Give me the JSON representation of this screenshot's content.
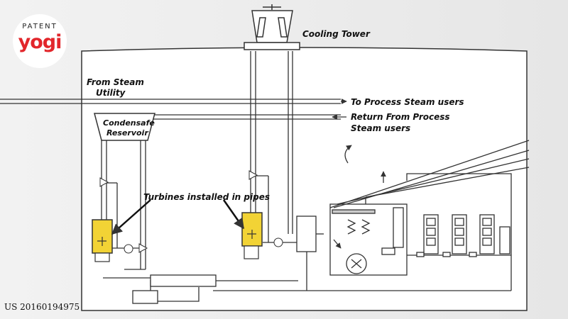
{
  "logo": {
    "top": "PATENT",
    "bottom": "yogi"
  },
  "patent_number": "US 20160194975",
  "labels": {
    "cooling_tower": "Cooling Tower",
    "from_steam_utility_line1": "From Steam",
    "from_steam_utility_line2": "Utility",
    "to_process_steam_users": "To Process Steam users",
    "return_line1": "Return From Process",
    "return_line2": "Steam users",
    "condensate_line1": "Condensafe",
    "condensate_line2": "Reservoir",
    "turbines_callout": "Turbines installed in pipes"
  },
  "colors": {
    "turbine_fill": "#f2d335",
    "line": "#333333",
    "logo_accent": "#e2262b"
  }
}
